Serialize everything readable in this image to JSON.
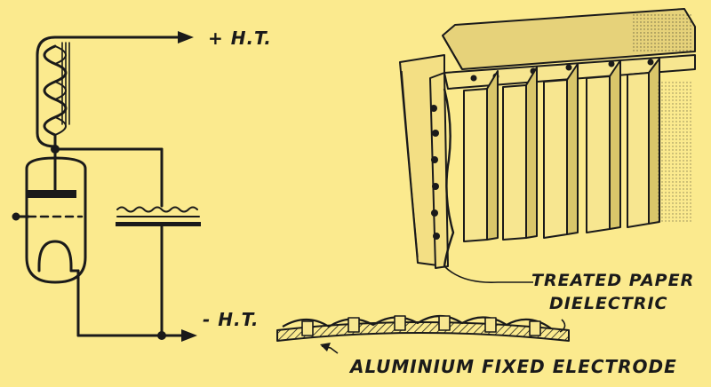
{
  "colors": {
    "background": "#fbea8e",
    "ink": "#1a1a1a",
    "shade": "#d9c66a"
  },
  "circuit": {
    "plus_ht_label": "+ H.T.",
    "minus_ht_label": "- H.T."
  },
  "capacitor_detail": {
    "dielectric_label_line1": "TREATED PAPER",
    "dielectric_label_line2": "DIELECTRIC",
    "electrode_label": "ALUMINIUM FIXED ELECTRODE"
  }
}
